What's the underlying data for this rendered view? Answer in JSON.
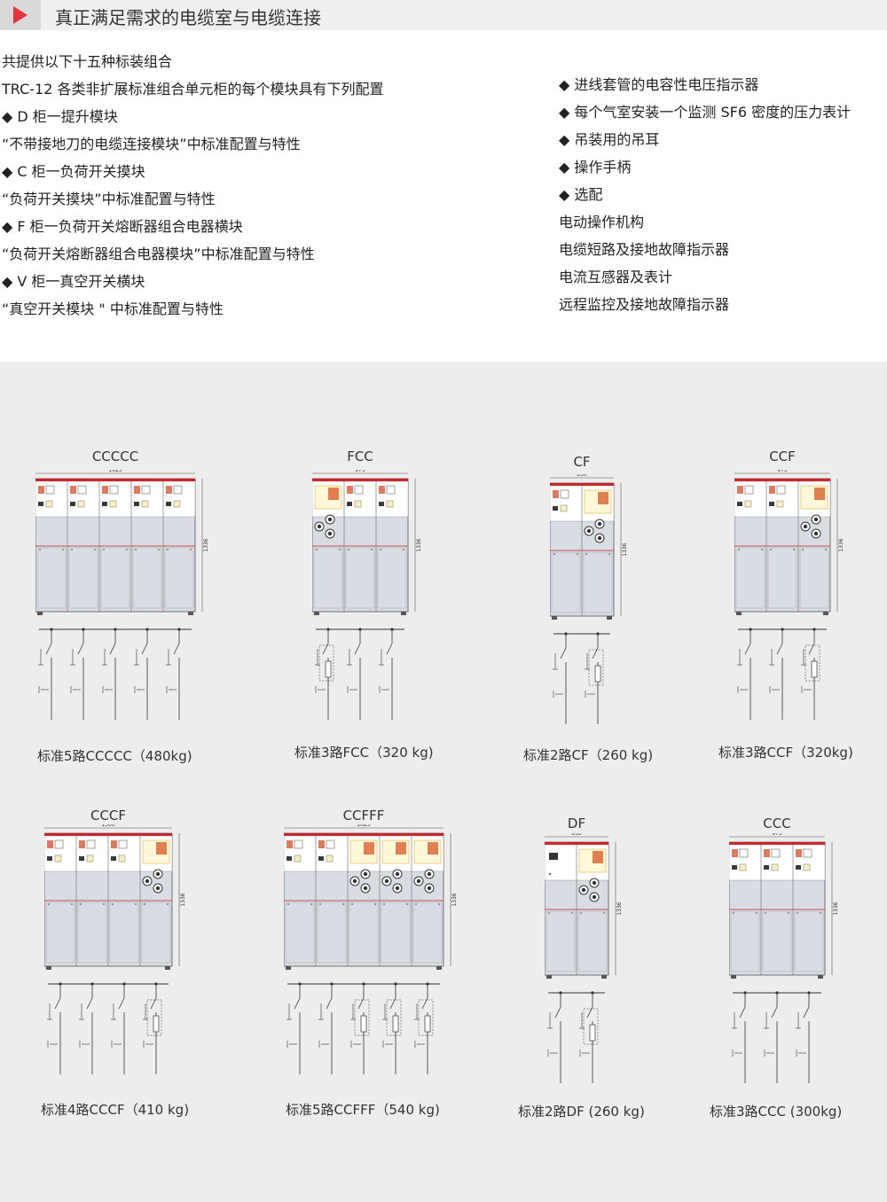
{
  "header": {
    "title": "真正满足需求的电缆室与电缆连接",
    "accent_color": "#e8323c",
    "icon": "play-triangle-icon"
  },
  "intro_lines": [
    "共提供以下十五种标装组合",
    "TRC-12 各类非扩展标准组合单元柜的每个模块具有下列配置",
    "◆ D 柜一提升模块",
    "“不带接地刀的电缆连接模块”中标准配置与特性",
    "◆ C 柜一负荷开关摸块",
    "“负荷开关摸块”中标准配置与特性",
    "◆ F 柜一负荷开关熔断器组合电器横块",
    "“负荷开关熔断器组合电器模块”中标准配置与特性",
    "◆ V 柜一真空开关横块",
    "“真空开关模块 \" 中标准配置与特性"
  ],
  "right_lines": [
    "◆ 进线套管的电容性电压指示器",
    "◆ 每个气室安装一个监测 SF6 密度的压力表计",
    "◆ 吊装用的吊耳",
    "◆ 操作手柄",
    "◆ 选配",
    "电动操作机构",
    "电缆短路及接地故障指示器",
    "电流互感器及表计",
    "远程监控及接地故障指示器"
  ],
  "units": [
    {
      "name": "CCCCC",
      "width_label": "1625",
      "height_label": "1336",
      "caption": "标准5路CCCCC（480kg)",
      "modules": "CCCCC"
    },
    {
      "name": "FCC",
      "width_label": "975",
      "height_label": "1336",
      "caption": "标准3路FCC（320 kg)",
      "modules": "FCC"
    },
    {
      "name": "CF",
      "width_label": "650",
      "height_label": "1336",
      "caption": "标准2路CF（260 kg)",
      "modules": "CF"
    },
    {
      "name": "CCF",
      "width_label": "975",
      "height_label": "1336",
      "caption": "标准3路CCF（320kg)",
      "modules": "CCF"
    },
    {
      "name": "CCCF",
      "width_label": "1300",
      "height_label": "1336",
      "caption": "标准4路CCCF（410 kg)",
      "modules": "CCCF"
    },
    {
      "name": "CCFFF",
      "width_label": "1625",
      "height_label": "1336",
      "caption": "标准5路CCFFF（540 kg)",
      "modules": "CCFFF"
    },
    {
      "name": "DF",
      "width_label": "650",
      "height_label": "1336",
      "caption": "标准2路DF (260 kg)",
      "modules": "DF"
    },
    {
      "name": "CCC",
      "width_label": "975",
      "height_label": "1336",
      "caption": "标准3路CCC (300kg)",
      "modules": "CCC"
    }
  ],
  "colors": {
    "cabinet_body": "#d8dde3",
    "cabinet_top": "#ffffff",
    "red_line": "#cf2027",
    "outline": "#555555",
    "panel_bg": "#ededed"
  }
}
